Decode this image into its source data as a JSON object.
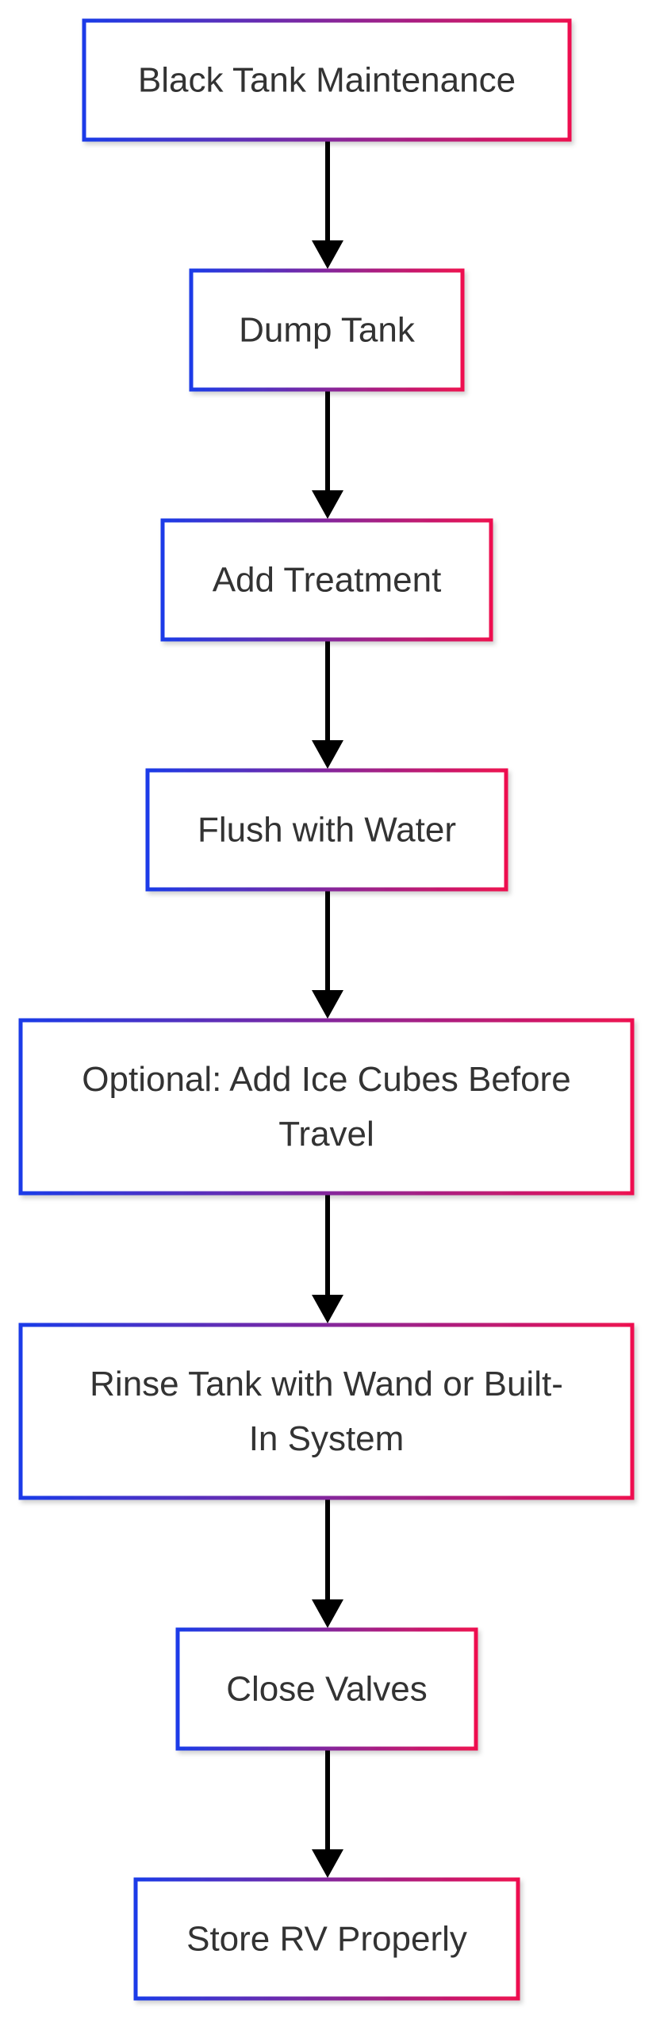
{
  "colors": {
    "gradient_start": "#1a3be8",
    "gradient_end": "#ee1150",
    "edge": "#000000",
    "text": "#333333",
    "background": "#ffffff"
  },
  "nodes": [
    {
      "id": "black-tank-maintenance",
      "lines": [
        "Black Tank Maintenance"
      ]
    },
    {
      "id": "dump-tank",
      "lines": [
        "Dump Tank"
      ]
    },
    {
      "id": "add-treatment",
      "lines": [
        "Add Treatment"
      ]
    },
    {
      "id": "flush-with-water",
      "lines": [
        "Flush with Water"
      ]
    },
    {
      "id": "optional-ice-cubes",
      "lines": [
        "Optional: Add Ice Cubes Before",
        "Travel"
      ]
    },
    {
      "id": "rinse-tank",
      "lines": [
        "Rinse Tank with Wand or Built-",
        "In System"
      ]
    },
    {
      "id": "close-valves",
      "lines": [
        "Close Valves"
      ]
    },
    {
      "id": "store-rv",
      "lines": [
        "Store RV Properly"
      ]
    }
  ],
  "edges": [
    {
      "from": "black-tank-maintenance",
      "to": "dump-tank"
    },
    {
      "from": "dump-tank",
      "to": "add-treatment"
    },
    {
      "from": "add-treatment",
      "to": "flush-with-water"
    },
    {
      "from": "flush-with-water",
      "to": "optional-ice-cubes"
    },
    {
      "from": "optional-ice-cubes",
      "to": "rinse-tank"
    },
    {
      "from": "rinse-tank",
      "to": "close-valves"
    },
    {
      "from": "close-valves",
      "to": "store-rv"
    }
  ]
}
